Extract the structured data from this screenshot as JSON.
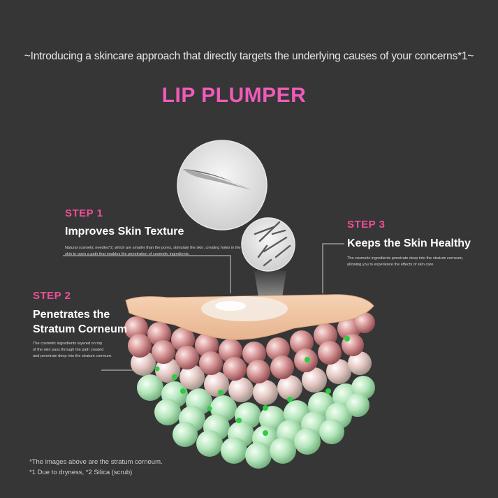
{
  "intro": "~Introducing a skincare approach that directly targets the underlying causes of your concerns*1~",
  "title": "LIP PLUMPER",
  "steps": [
    {
      "number": "STEP 1",
      "title": "Improves Skin Texture",
      "description": "Natural cosmetic needles*2, which are smaller than the pores, stimulate the skin, creating holes in the skin to open a path that enables the penetration of cosmetic ingredients."
    },
    {
      "number": "STEP 2",
      "title_line1": "Penetrates the",
      "title_line2": "Stratum Corneum",
      "description_line1": "The cosmetic ingredients layered on top",
      "description_line2": "of the skin pass through the path created",
      "description_line3": "and penetrate deep into the stratum corneum."
    },
    {
      "number": "STEP 3",
      "title": "Keeps the Skin Healthy",
      "description_line1": "The cosmetic ingredients penetrate deep into the stratum corneum,",
      "description_line2": "allowing you to experience the effects of skin care."
    }
  ],
  "notes": {
    "line1": "*The images above are the stratum corneum.",
    "line2": "*1 Due to dryness, *2 Silica (scrub)"
  },
  "colors": {
    "background": "#363636",
    "title": "#ef5bb9",
    "step_label": "#ef4f98",
    "skin": "#f0c3a0",
    "pink_cells": "#d98f90",
    "green_cells": "#a8e0b2",
    "green_dots": "#2ecc40"
  }
}
